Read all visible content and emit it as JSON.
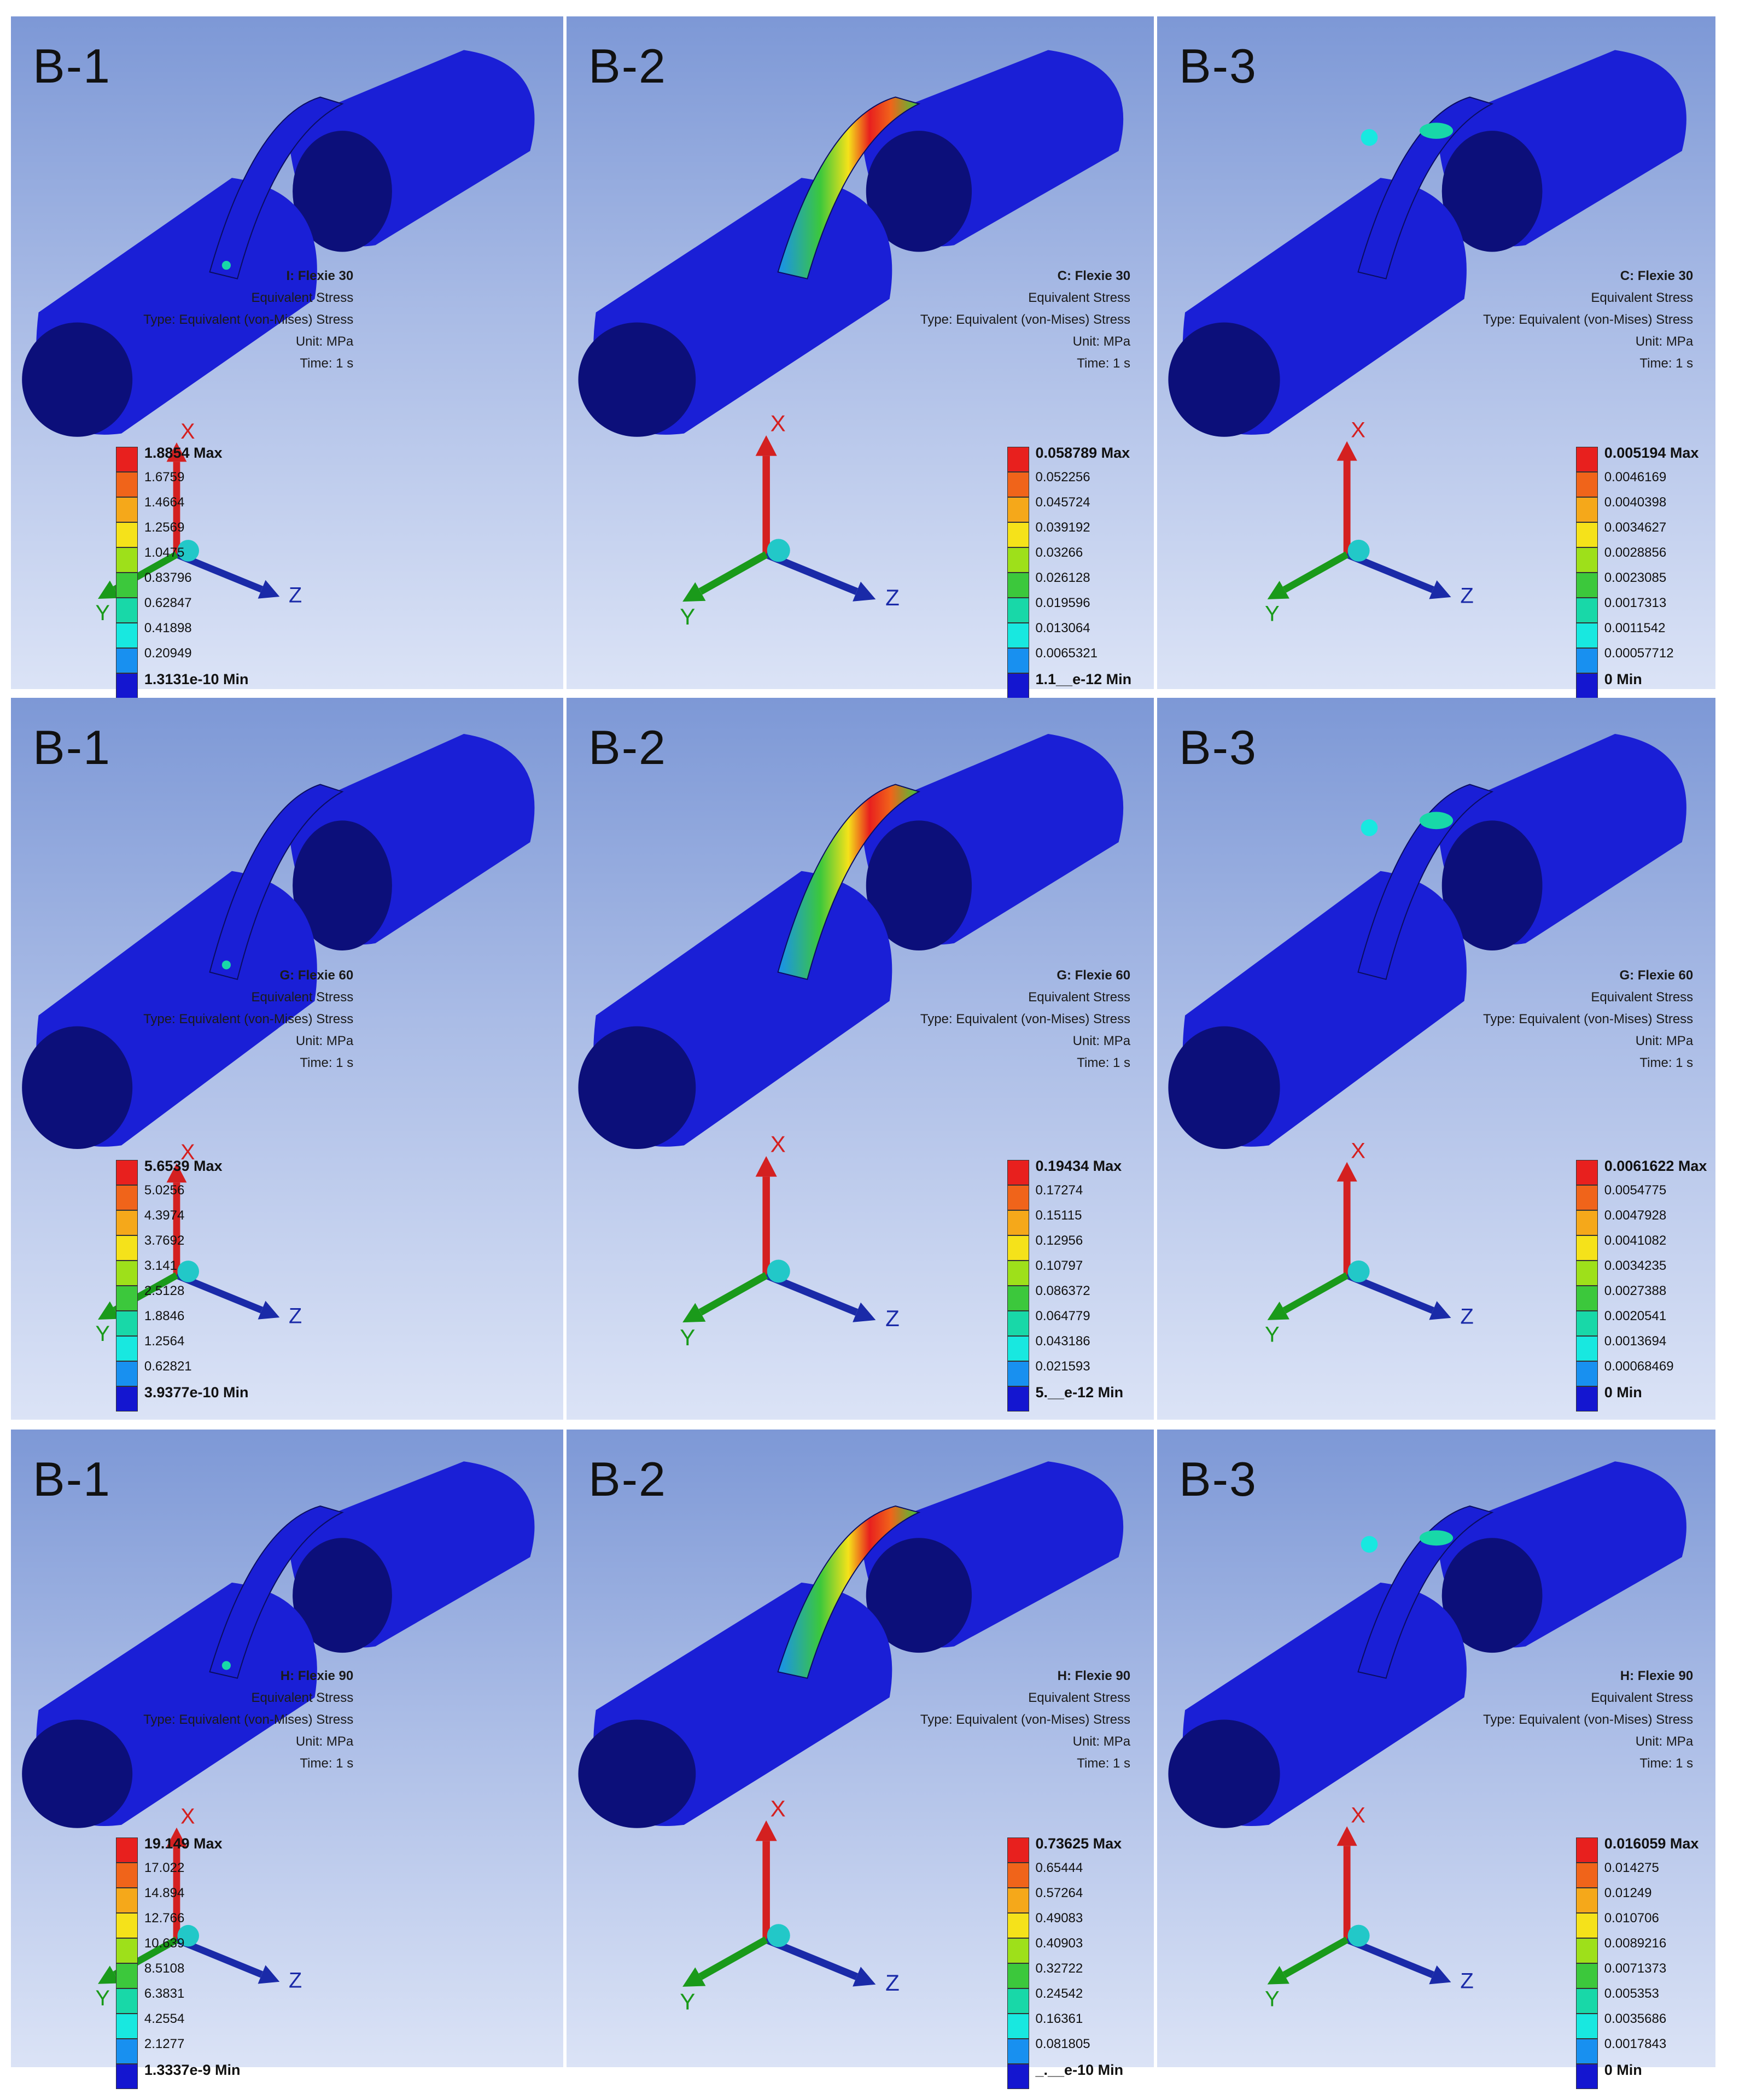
{
  "panels": [
    {
      "label": "B-1",
      "info": [
        "I: Flexie 30",
        "Equivalent Stress",
        "Type: Equivalent (von-Mises) Stress",
        "Unit: MPa",
        "Time: 1 s"
      ],
      "legend": [
        "1.8854 Max",
        "1.6759",
        "1.4664",
        "1.2569",
        "1.0475",
        "0.83796",
        "0.62847",
        "0.41898",
        "0.20949",
        "1.3131e-10 Min"
      ],
      "hot": "low",
      "axes": {
        "x": "X",
        "y": "Y",
        "z": "Z"
      }
    },
    {
      "label": "B-2",
      "info": [
        "C: Flexie 30",
        "Equivalent Stress",
        "Type: Equivalent (von-Mises) Stress",
        "Unit: MPa",
        "Time: 1 s"
      ],
      "legend": [
        "0.058789 Max",
        "0.052256",
        "0.045724",
        "0.039192",
        "0.03266",
        "0.026128",
        "0.019596",
        "0.013064",
        "0.0065321",
        "1.1__e-12 Min"
      ],
      "hot": "high",
      "axes": {
        "x": "X",
        "y": "Y",
        "z": "Z"
      }
    },
    {
      "label": "B-3",
      "info": [
        "C: Flexie 30",
        "Equivalent Stress",
        "Type: Equivalent (von-Mises) Stress",
        "Unit: MPa",
        "Time: 1 s"
      ],
      "legend": [
        "0.005194 Max",
        "0.0046169",
        "0.0040398",
        "0.0034627",
        "0.0028856",
        "0.0023085",
        "0.0017313",
        "0.0011542",
        "0.00057712",
        "0 Min"
      ],
      "hot": "mid",
      "axes": {
        "x": "X",
        "y": "Y",
        "z": "Z"
      }
    },
    {
      "label": "B-1",
      "info": [
        "G: Flexie 60",
        "Equivalent Stress",
        "Type: Equivalent (von-Mises) Stress",
        "Unit: MPa",
        "Time: 1 s"
      ],
      "legend": [
        "5.6539 Max",
        "5.0256",
        "4.3974",
        "3.7692",
        "3.141",
        "2.5128",
        "1.8846",
        "1.2564",
        "0.62821",
        "3.9377e-10 Min"
      ],
      "hot": "low",
      "axes": {
        "x": "X",
        "y": "Y",
        "z": "Z"
      }
    },
    {
      "label": "B-2",
      "info": [
        "G: Flexie 60",
        "Equivalent Stress",
        "Type: Equivalent (von-Mises) Stress",
        "Unit: MPa",
        "Time: 1 s"
      ],
      "legend": [
        "0.19434 Max",
        "0.17274",
        "0.15115",
        "0.12956",
        "0.10797",
        "0.086372",
        "0.064779",
        "0.043186",
        "0.021593",
        "5.__e-12 Min"
      ],
      "hot": "high",
      "axes": {
        "x": "X",
        "y": "Y",
        "z": "Z"
      }
    },
    {
      "label": "B-3",
      "info": [
        "G: Flexie 60",
        "Equivalent Stress",
        "Type: Equivalent (von-Mises) Stress",
        "Unit: MPa",
        "Time: 1 s"
      ],
      "legend": [
        "0.0061622 Max",
        "0.0054775",
        "0.0047928",
        "0.0041082",
        "0.0034235",
        "0.0027388",
        "0.0020541",
        "0.0013694",
        "0.00068469",
        "0 Min"
      ],
      "hot": "mid",
      "axes": {
        "x": "X",
        "y": "Y",
        "z": "Z"
      }
    },
    {
      "label": "B-1",
      "info": [
        "H: Flexie 90",
        "Equivalent Stress",
        "Type: Equivalent (von-Mises) Stress",
        "Unit: MPa",
        "Time: 1 s"
      ],
      "legend": [
        "19.149 Max",
        "17.022",
        "14.894",
        "12.766",
        "10.639",
        "8.5108",
        "6.3831",
        "4.2554",
        "2.1277",
        "1.3337e-9 Min"
      ],
      "hot": "low",
      "axes": {
        "x": "X",
        "y": "Y",
        "z": "Z"
      }
    },
    {
      "label": "B-2",
      "info": [
        "H: Flexie 90",
        "Equivalent Stress",
        "Type: Equivalent (von-Mises) Stress",
        "Unit: MPa",
        "Time: 1 s"
      ],
      "legend": [
        "0.73625 Max",
        "0.65444",
        "0.57264",
        "0.49083",
        "0.40903",
        "0.32722",
        "0.24542",
        "0.16361",
        "0.081805",
        "_.__e-10 Min"
      ],
      "hot": "high",
      "axes": {
        "x": "X",
        "y": "Y",
        "z": "Z"
      }
    },
    {
      "label": "B-3",
      "info": [
        "H: Flexie 90",
        "Equivalent Stress",
        "Type: Equivalent (von-Mises) Stress",
        "Unit: MPa",
        "Time: 1 s"
      ],
      "legend": [
        "0.016059 Max",
        "0.014275",
        "0.01249",
        "0.010706",
        "0.0089216",
        "0.0071373",
        "0.005353",
        "0.0035686",
        "0.0017843",
        "0 Min"
      ],
      "hot": "mid",
      "axes": {
        "x": "X",
        "y": "Y",
        "z": "Z"
      }
    }
  ],
  "colors": {
    "scale": [
      "#e8201e",
      "#f0641a",
      "#f5a81a",
      "#f5e21a",
      "#9ee01a",
      "#3cc83c",
      "#18d8a8",
      "#18e8e0",
      "#1890f0",
      "#1416d0"
    ],
    "body": "#1a1fd6",
    "body_dark": "#0c0f7a"
  }
}
